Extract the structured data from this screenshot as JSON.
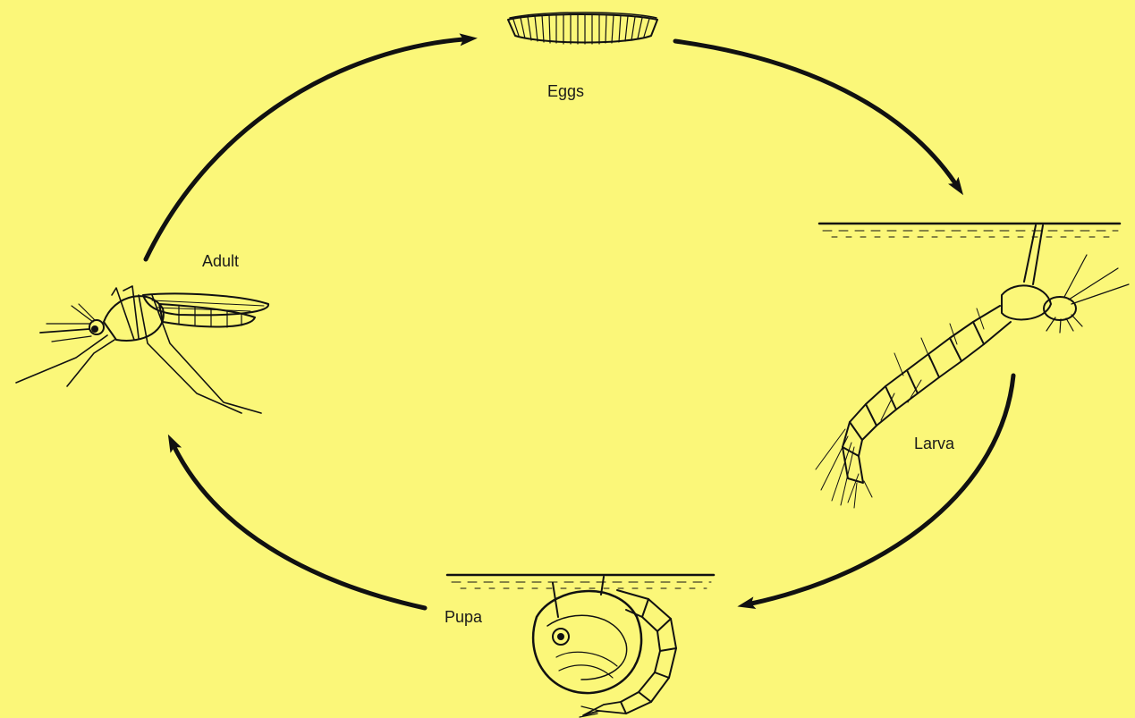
{
  "colors": {
    "background": "#fbf779",
    "ink": "#111111"
  },
  "stages": {
    "eggs": {
      "label": "Eggs",
      "icon": "egg-raft-icon"
    },
    "larva": {
      "label": "Larva",
      "icon": "larva-icon"
    },
    "pupa": {
      "label": "Pupa",
      "icon": "pupa-icon"
    },
    "adult": {
      "label": "Adult",
      "icon": "mosquito-icon"
    }
  },
  "cycle_order": [
    "eggs",
    "larva",
    "pupa",
    "adult"
  ]
}
